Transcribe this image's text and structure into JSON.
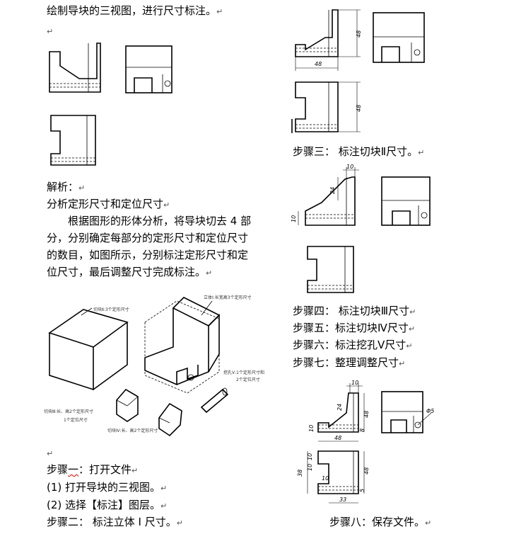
{
  "left": {
    "title": "绘制导块的三视图，进行尺寸标注。",
    "analysis_label": "解析：",
    "analysis_sub": "分析定形尺寸和定位尺寸",
    "para": [
      "根据图形的形体分析，将导块切去 4 部",
      "分，分别确定每部分的定形尺寸和定位尺寸",
      "的数目，如图所示，分别标注定形尺寸和定",
      "位尺寸，最后调整尺寸完成标注。"
    ],
    "step1": {
      "prefix": "步骤",
      "under": "一",
      "rest": "：打开文件"
    },
    "item1": "(1)  打开导块的三视图。",
    "item2": "(2)  选择【标注】图层。",
    "step2": "步骤二：  标注立体 I 尺寸。"
  },
  "iso_labels": {
    "a": "立体Ⅰ:长宽高3个定形尺寸",
    "b": "切块Ⅱ:3个定形尺寸",
    "c": "挖孔Ⅴ:1个定形尺寸和",
    "c2": "2个定位尺寸",
    "d": "切块Ⅲ:长、高2个定形尺寸",
    "d2": "1个定位尺寸",
    "e": "切块Ⅳ:长、高2个定形尺寸"
  },
  "right": {
    "step3": "步骤三：  标注切块Ⅱ尺寸。",
    "step4": "步骤四：  标注切块Ⅲ尺寸",
    "step5": "步骤五：标注切块Ⅳ尺寸",
    "step6": "步骤六：标注挖孔Ⅴ尺寸",
    "step7": "步骤七：整理调整尺寸",
    "step8": "步骤八：保存文件。"
  },
  "dims": {
    "d48": "48",
    "d10": "10",
    "d24": "24",
    "d38": "38",
    "d8": "8",
    "d5": "5",
    "d33": "33",
    "phi5": "Φ5"
  },
  "marks": {
    "para": "↵"
  }
}
